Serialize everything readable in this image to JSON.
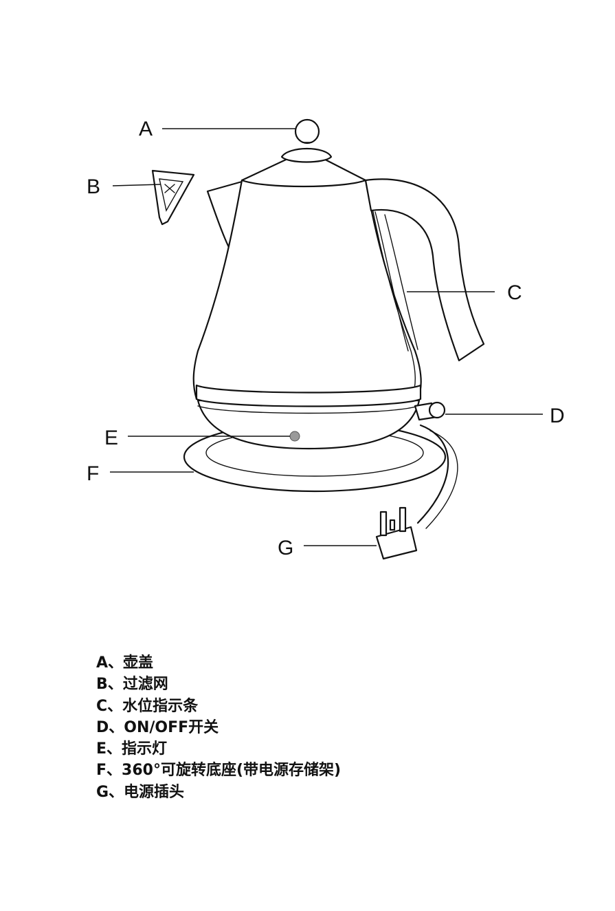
{
  "callouts": {
    "A": "A",
    "B": "B",
    "C": "C",
    "D": "D",
    "E": "E",
    "F": "F",
    "G": "G"
  },
  "legend": [
    "A、壶盖",
    "B、过滤网",
    "C、水位指示条",
    "D、ON/OFF开关",
    "E、指示灯",
    "F、360°可旋转底座(带电源存储架)",
    "G、电源插头"
  ],
  "colors": {
    "line": "#111111",
    "indicator_light": "#9a9a9a",
    "background": "#ffffff"
  }
}
